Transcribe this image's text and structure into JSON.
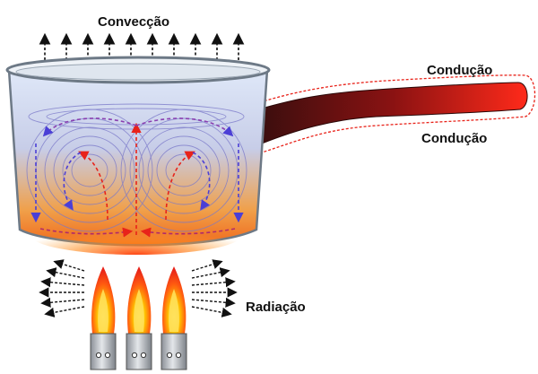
{
  "labels": {
    "convection": "Convecção",
    "conduction_top": "Condução",
    "conduction_bottom": "Condução",
    "radiation": "Radiação"
  },
  "colors": {
    "hot": "#e8231a",
    "cool": "#4b3fd6",
    "flame_outer": "#e83a10",
    "flame_inner": "#ffd200",
    "handle": "#b0151a",
    "water": "#c8d8f0",
    "pot_rim": "#7b8794"
  },
  "elements": {
    "convection_arrows": 10,
    "burners": 3,
    "radiation_arrows_per_side": 6,
    "heat_circulation_cells": 2
  }
}
